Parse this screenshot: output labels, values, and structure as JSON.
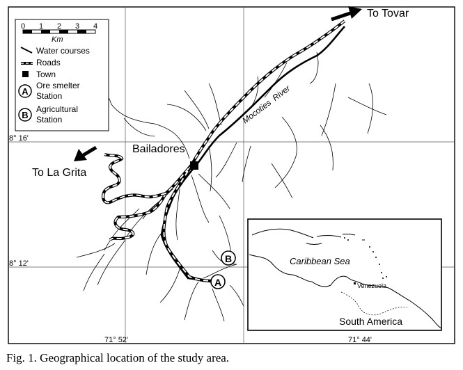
{
  "scale_bar": {
    "ticks": [
      "0",
      "1",
      "2",
      "3",
      "4"
    ],
    "unit": "Km"
  },
  "legend": {
    "water_courses": "Water courses",
    "roads": "Roads",
    "town": "Town",
    "a_symbol": "A",
    "a_line1": "Ore smelter",
    "a_line2": "Station",
    "b_symbol": "B",
    "b_line1": "Agricultural",
    "b_line2": "Station"
  },
  "grid_labels": {
    "lat_upper": "8° 16'",
    "lat_lower": "8° 12'",
    "lon_left": "71° 52'",
    "lon_right": "71° 44'"
  },
  "places": {
    "to_tovar": "To Tovar",
    "to_la_grita": "To La Grita",
    "town": "Bailadores",
    "river_word1": "Mocoties",
    "river_word2": "River",
    "station_a": "A",
    "station_b": "B"
  },
  "inset": {
    "sea": "Caribbean Sea",
    "country": "Venezuela",
    "continent": "South America"
  },
  "caption": "Fig. 1. Geographical location of the study area."
}
